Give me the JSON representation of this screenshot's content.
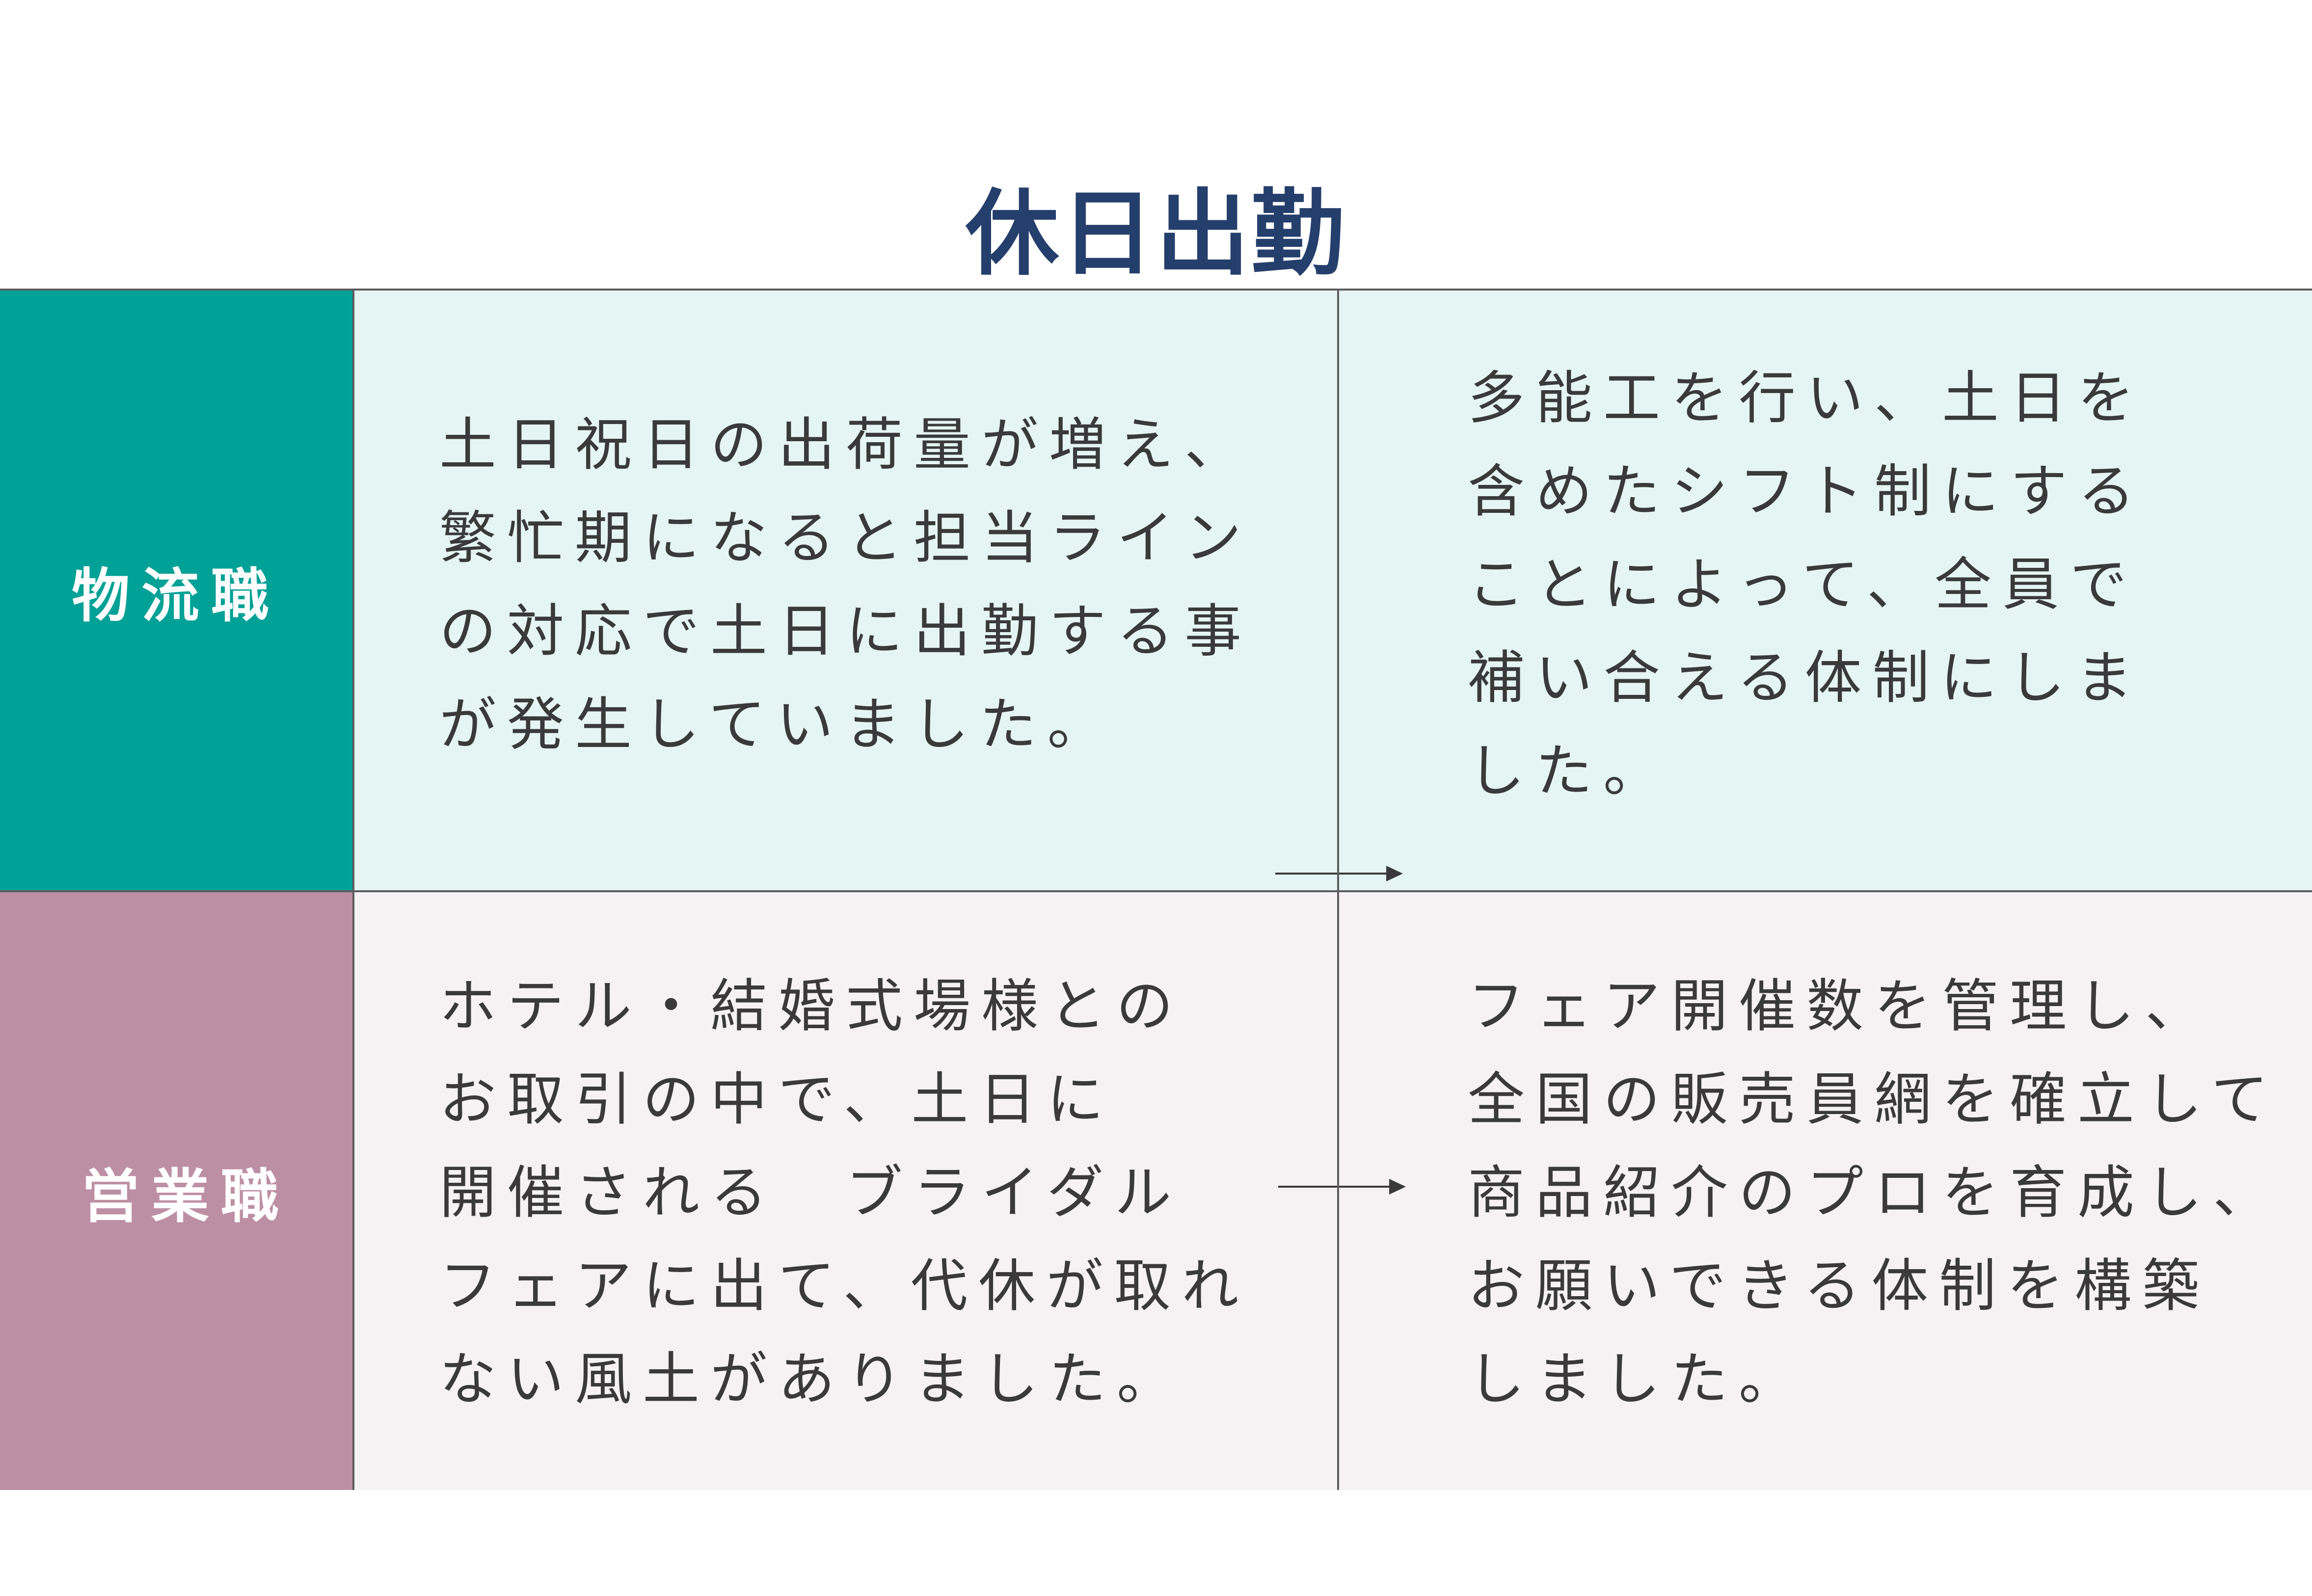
{
  "title": "休日出勤",
  "rows": [
    {
      "label": "物流職",
      "before": "土日祝日の出荷量が増え、\n繁忙期になると担当ライン\nの対応で土日に出勤する事\nが発生していました。",
      "after": "多能工を行い、土日を\n含めたシフト制にする\nことによって、全員で\n補い合える体制にしま\nした。"
    },
    {
      "label": "営業職",
      "before": "ホテル・結婚式場様との\nお取引の中で、土日に\n開催される　ブライダル\nフェアに出て、代休が取れ\nない風土がありました。",
      "after": "フェア開催数を管理し、\n全国の販売員網を確立して\n商品紹介のプロを育成し、\nお願いできる体制を構築\nしました。"
    }
  ],
  "colors": {
    "title": "#253f6c",
    "logistics_label_bg": "#00a196",
    "logistics_row_bg": "#e5f5f3",
    "sales_label_bg": "#bd8fa4",
    "sales_row_bg": "#f6f2f4",
    "border": "#5c5c5c",
    "body_text": "#3a3a3a"
  },
  "icons": {
    "arrow": "arrow-right-icon"
  }
}
